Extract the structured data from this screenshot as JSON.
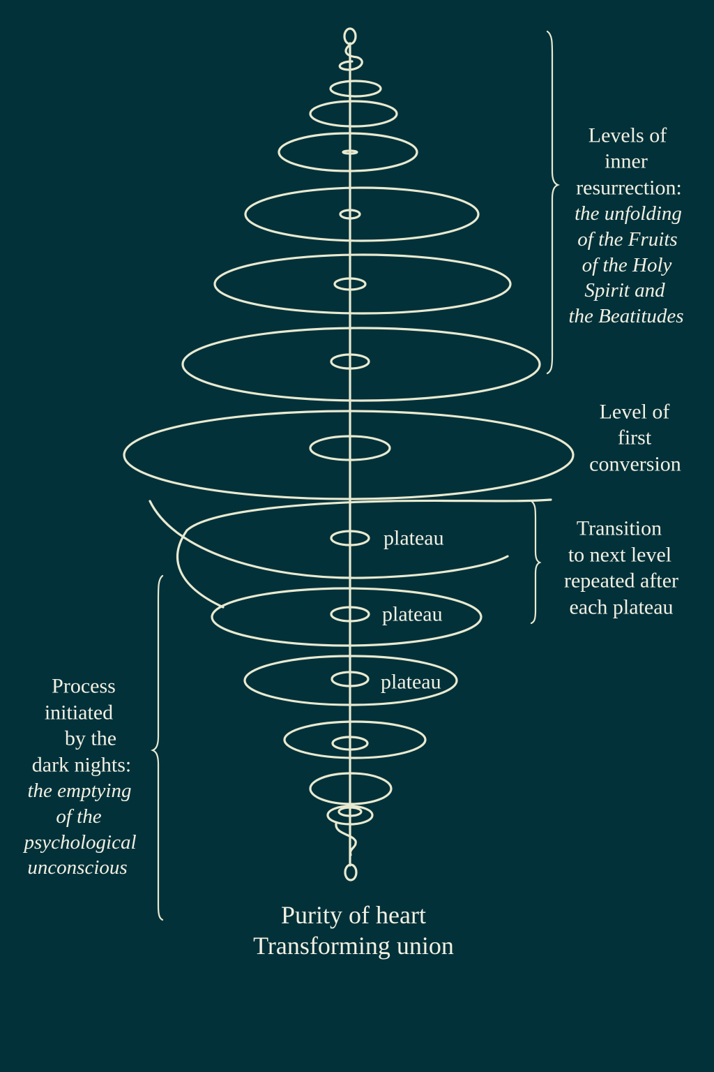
{
  "colors": {
    "background": "#03313a",
    "line": "#e8ead0",
    "text": "#f1f1e2"
  },
  "labels": {
    "resurrection": {
      "title": [
        "Levels of",
        "inner",
        "resurrection:"
      ],
      "subtitle": [
        "the unfolding",
        "of the Fruits",
        "of the Holy",
        "Spirit and",
        "the Beatitudes"
      ]
    },
    "conversion": [
      "Level of",
      "first",
      "conversion"
    ],
    "transition": [
      "Transition",
      "to next level",
      "repeated after",
      "each plateau"
    ],
    "plateaus": [
      "plateau",
      "plateau",
      "plateau"
    ],
    "dark_nights": {
      "title": [
        "Process",
        "initiated",
        "by the",
        "dark nights:"
      ],
      "subtitle": [
        "the emptying",
        "of the",
        "psychological",
        "unconscious"
      ]
    },
    "bottom": [
      "Purity of heart",
      "Transforming union"
    ]
  }
}
